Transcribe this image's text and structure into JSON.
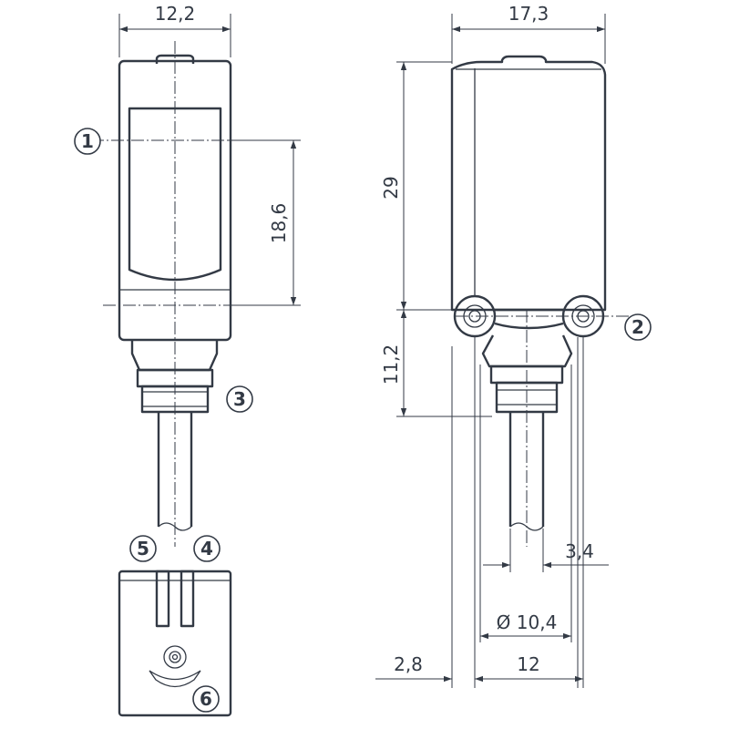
{
  "dimensions": {
    "front_width": "12,2",
    "side_width": "17,3",
    "lens_height": "18,6",
    "body_height": "29",
    "connector_height": "11,2",
    "cable_diameter": "3,4",
    "connector_diameter": "Ø 10,4",
    "mount_offset": "2,8",
    "mount_spacing": "12"
  },
  "callouts": [
    "1",
    "2",
    "3",
    "4",
    "5",
    "6"
  ],
  "colors": {
    "line": "#333a45",
    "background": "#ffffff"
  }
}
